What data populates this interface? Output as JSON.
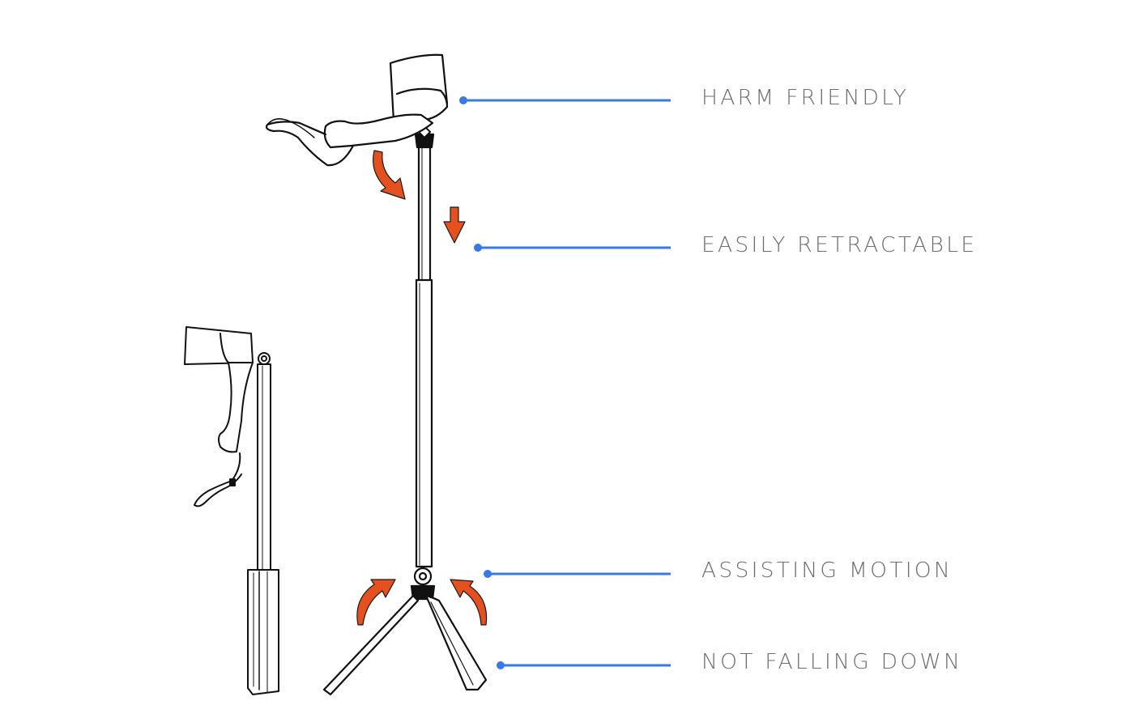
{
  "colors": {
    "leader_line": "#3a78e8",
    "arrow_fill": "#e4501e",
    "ink": "#111111",
    "label_text": "#6e6e6e",
    "background": "#ffffff"
  },
  "callouts": [
    {
      "id": "harm-friendly",
      "label": "HARM FRIENDLY"
    },
    {
      "id": "easily-retractable",
      "label": "EASILY RETRACTABLE"
    },
    {
      "id": "assisting-motion",
      "label": "ASSISTING MOTION"
    },
    {
      "id": "not-falling-down",
      "label": "NOT FALLING DOWN"
    }
  ],
  "icons": {
    "arrows": [
      "curved-arrow-icon",
      "down-arrow-icon",
      "curved-arrow-icon",
      "curved-arrow-icon"
    ]
  }
}
